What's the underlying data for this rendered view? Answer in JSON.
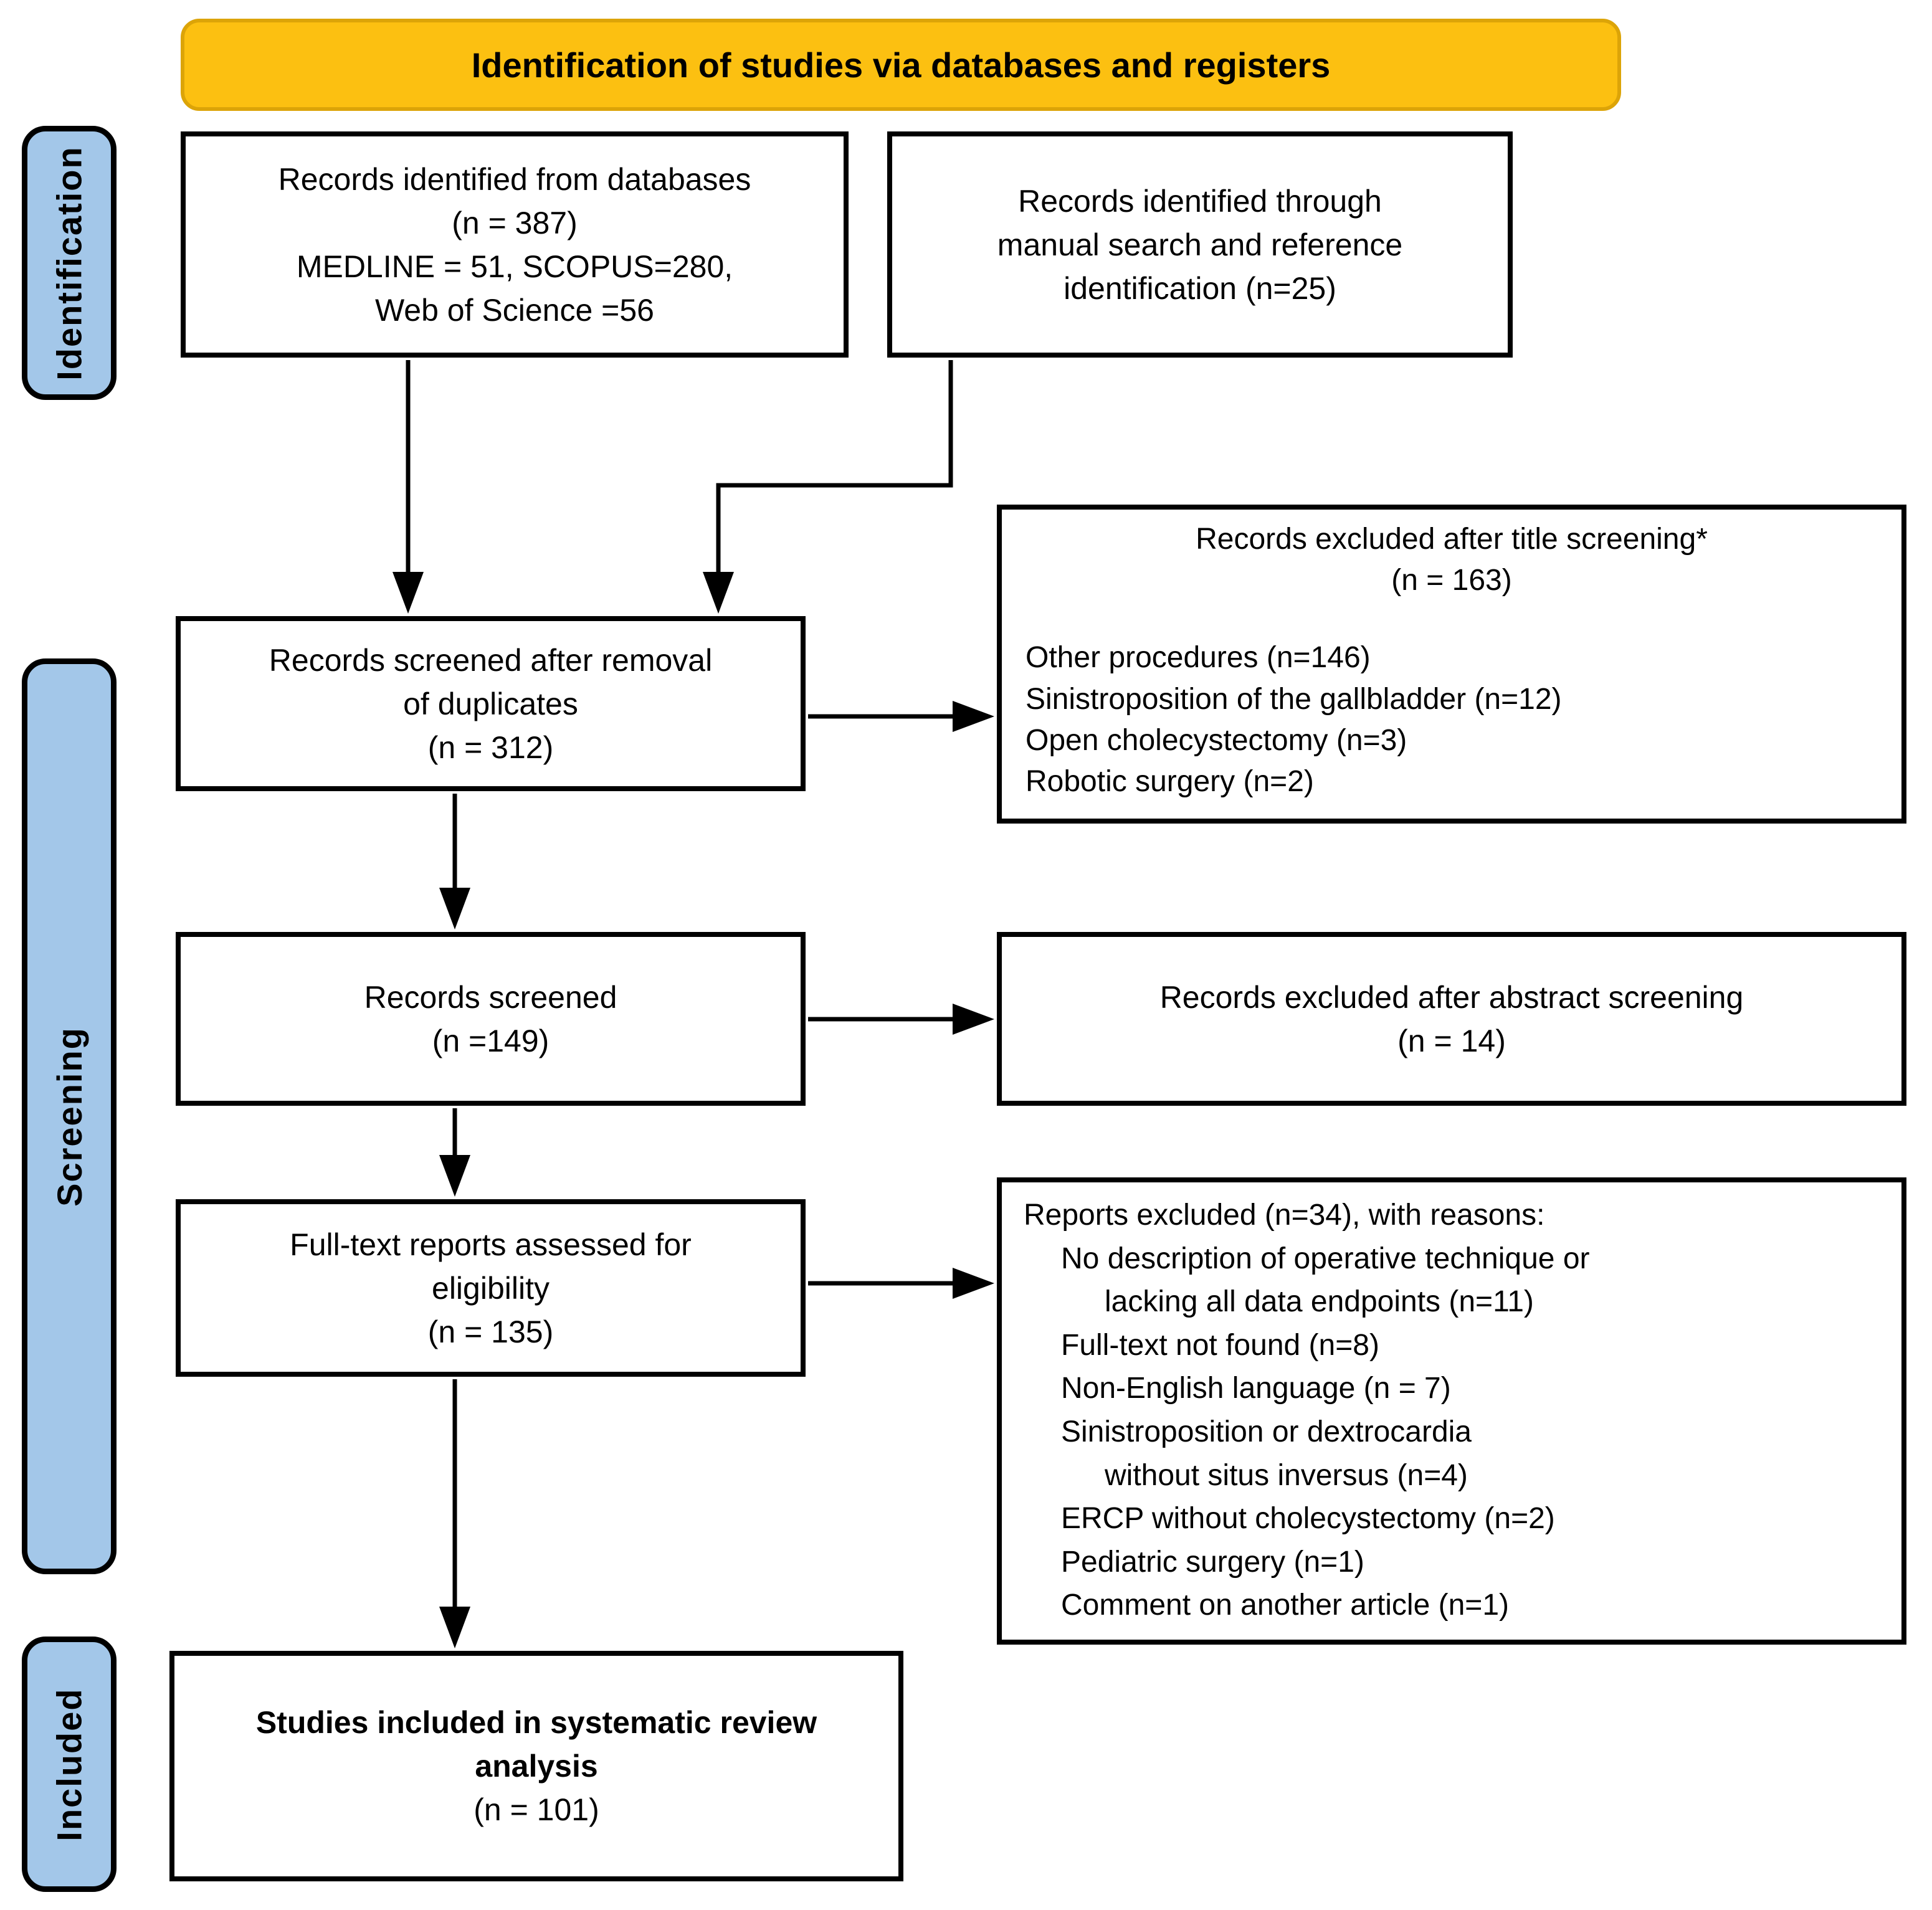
{
  "banner": {
    "title": "Identification of studies via databases and registers"
  },
  "stages": [
    {
      "label": "Identification"
    },
    {
      "label": "Screening"
    },
    {
      "label": "Included"
    }
  ],
  "boxes": {
    "identified_databases": {
      "lines": [
        "Records identified from databases",
        "(n = 387)",
        "MEDLINE = 51, SCOPUS=280,",
        "Web of Science =56"
      ]
    },
    "manual_search": {
      "lines": [
        "Records identified through",
        "manual search and reference",
        "identification (n=25)"
      ]
    },
    "screened_duplicates": {
      "lines": [
        "Records screened after removal",
        "of duplicates",
        "(n = 312)"
      ]
    },
    "excluded_title": {
      "heading": [
        "Records excluded after title screening*",
        "(n = 163)"
      ],
      "reasons": [
        "Other procedures (n=146)",
        "Sinistroposition of the gallbladder (n=12)",
        "Open cholecystectomy (n=3)",
        "Robotic surgery (n=2)"
      ]
    },
    "records_screened": {
      "lines": [
        "Records screened",
        "(n =149)"
      ]
    },
    "excluded_abstract": {
      "lines": [
        "Records excluded after abstract screening",
        "(n = 14)"
      ]
    },
    "fulltext_assessed": {
      "lines": [
        "Full-text reports assessed for",
        "eligibility",
        "(n = 135)"
      ]
    },
    "reports_excluded": {
      "heading": "Reports excluded (n=34), with reasons:",
      "reasons": [
        {
          "text": "No description of operative technique or",
          "indent": 1
        },
        {
          "text": "lacking all data endpoints (n=11)",
          "indent": 2
        },
        {
          "text": "Full-text not found (n=8)",
          "indent": 1
        },
        {
          "text": "Non-English language (n = 7)",
          "indent": 1
        },
        {
          "text": "Sinistroposition or dextrocardia",
          "indent": 1
        },
        {
          "text": "without situs inversus (n=4)",
          "indent": 2
        },
        {
          "text": "ERCP without cholecystectomy (n=2)",
          "indent": 1
        },
        {
          "text": "Pediatric surgery (n=1)",
          "indent": 1
        },
        {
          "text": "Comment on another article (n=1)",
          "indent": 1
        }
      ]
    },
    "included_studies": {
      "bold_lines": [
        "Studies included in systematic review",
        "analysis"
      ],
      "count_line": "(n = 101)"
    }
  },
  "colors": {
    "banner_bg": "#FCC011",
    "stage_bg": "#A3C7E9",
    "line": "#000000"
  }
}
